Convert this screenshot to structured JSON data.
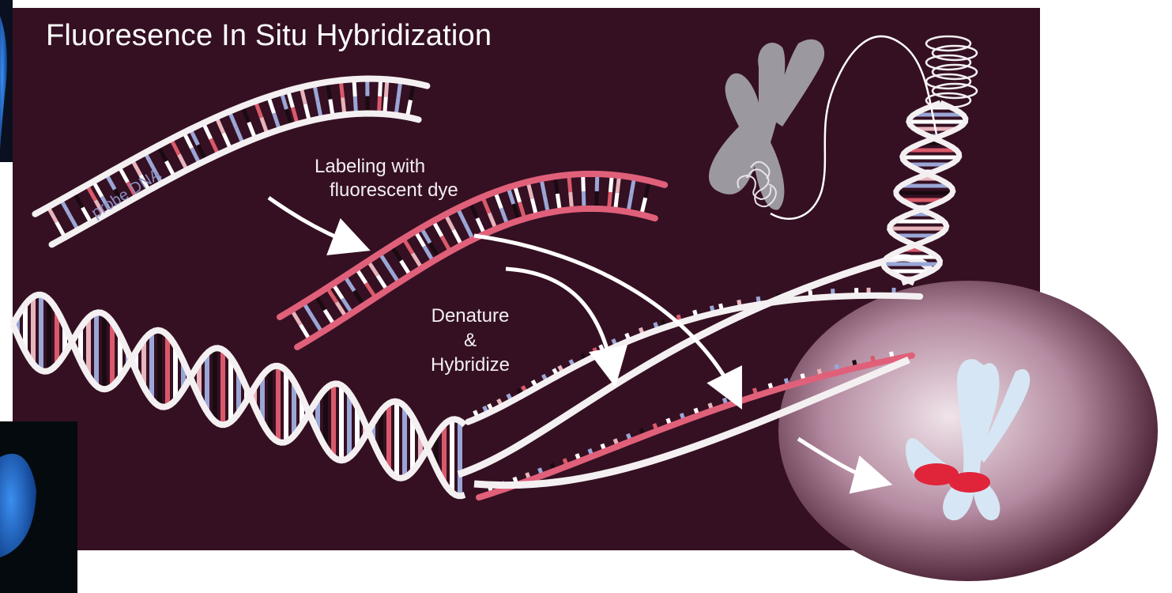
{
  "title": "Fluoresence In Situ Hybridization",
  "labels": {
    "probe": "probe DNA",
    "labeling_line1": "Labeling with",
    "labeling_line2": "fluorescent dye",
    "denature_line1": "Denature",
    "denature_line2": "&",
    "denature_line3": "Hybridize"
  },
  "colors": {
    "background": "#351022",
    "strand_white": "#f4f0f2",
    "strand_pink": "#e0607a",
    "rung_blue": "#9aa6d6",
    "rung_red": "#d85a6a",
    "chromosome_gray": "#9c98a0",
    "chromosome_light": "#d6e6f4",
    "fish_signal": "#e0243a",
    "micrograph_blue": "#2a78d8"
  }
}
